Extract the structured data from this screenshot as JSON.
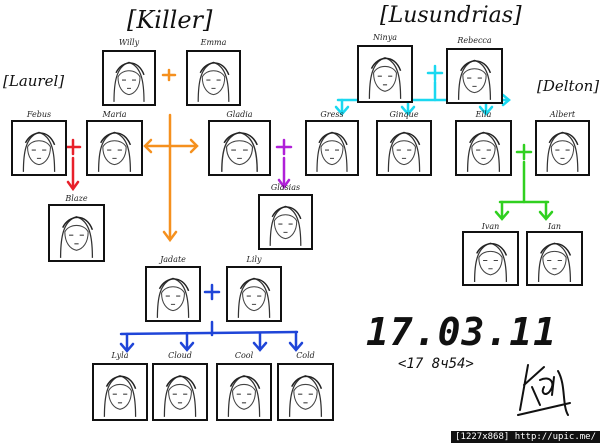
{
  "families": {
    "killer": "[Killer]",
    "lusundrias": "[Lusundrias]",
    "laurel": "[Laurel]",
    "delton": "[Delton]"
  },
  "people": {
    "willy": "Willy",
    "emma": "Emma",
    "febus": "Febus",
    "maria": "Maria",
    "gladia": "Gladia",
    "blaze": "Blaze",
    "glasias": "Glasias",
    "ninya": "Ninya",
    "rebecca": "Rebecca",
    "gress": "Gress",
    "ginque": "Ginque",
    "ella": "Ella",
    "albert": "Albert",
    "ivan": "Ivan",
    "ian": "Ian",
    "jadate": "Jadate",
    "lily": "Lily",
    "lyla": "Lyla",
    "cloud": "Cloud",
    "cool": "Cool",
    "cold": "Cold"
  },
  "colors": {
    "orange": "#f5901e",
    "red": "#e8202a",
    "purple": "#b020d8",
    "cyan": "#1ad8f0",
    "green": "#30d020",
    "blue": "#1f45d8"
  },
  "date": {
    "main": "17.03.11",
    "sub": "<17 8ч54>"
  },
  "signature": "Kai",
  "watermark": "[1227x868] http://upic.me/"
}
